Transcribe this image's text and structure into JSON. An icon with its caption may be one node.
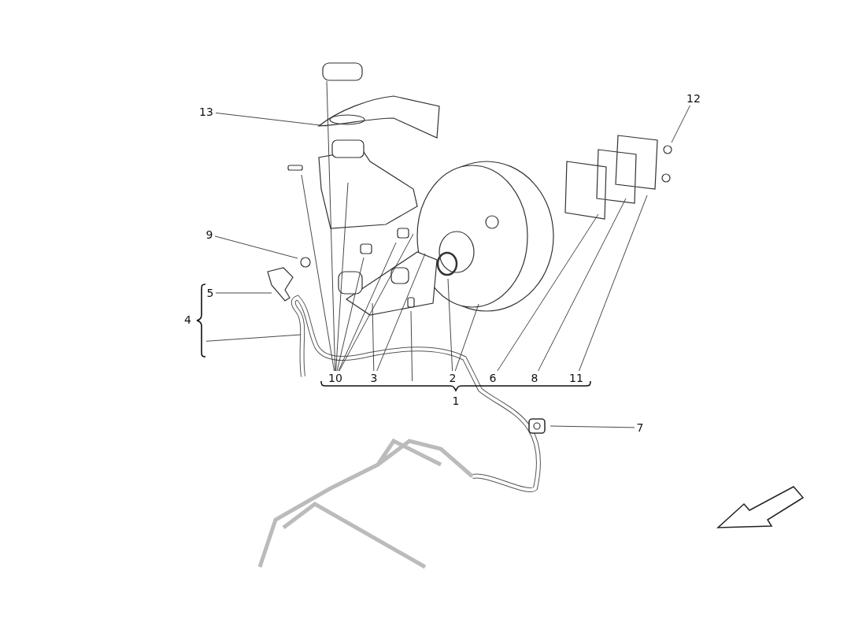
{
  "diagram": {
    "nodes": [
      {
        "text": [
          "12"
        ]
      },
      {
        "text": [
          "13"
        ]
      },
      {
        "text": [
          "9"
        ]
      },
      {
        "text": [
          "5"
        ]
      },
      {
        "text": [
          "4"
        ]
      },
      {
        "text": [
          "10"
        ]
      },
      {
        "text": [
          "3"
        ]
      },
      {
        "text": [
          "2"
        ]
      },
      {
        "text": [
          "6"
        ]
      },
      {
        "text": [
          "8"
        ]
      },
      {
        "text": [
          "11"
        ]
      },
      {
        "text": [
          "1"
        ]
      },
      {
        "text": [
          "7"
        ]
      }
    ],
    "edges": [
      {
        "from": 0,
        "to": null,
        "arrow": "none"
      },
      {
        "from": 1,
        "to": null,
        "arrow": "none"
      },
      {
        "from": 2,
        "to": null,
        "arrow": "none"
      },
      {
        "from": 3,
        "to": null,
        "arrow": "none"
      },
      {
        "from": 4,
        "to": null,
        "arrow": "none"
      },
      {
        "from": 5,
        "to": null,
        "arrow": "none"
      },
      {
        "from": 5,
        "to": null,
        "arrow": "none"
      },
      {
        "from": 5,
        "to": null,
        "arrow": "none"
      },
      {
        "from": 5,
        "to": null,
        "arrow": "none"
      },
      {
        "from": 5,
        "to": null,
        "arrow": "none"
      },
      {
        "from": 5,
        "to": null,
        "arrow": "none"
      },
      {
        "from": 6,
        "to": null,
        "arrow": "none"
      },
      {
        "from": 6,
        "to": null,
        "arrow": "none"
      },
      {
        "from": 11,
        "to": null,
        "arrow": "none"
      },
      {
        "from": 7,
        "to": null,
        "arrow": "none"
      },
      {
        "from": 7,
        "to": null,
        "arrow": "none"
      },
      {
        "from": 8,
        "to": null,
        "arrow": "none"
      },
      {
        "from": 9,
        "to": null,
        "arrow": "none"
      },
      {
        "from": 10,
        "to": null,
        "arrow": "none"
      },
      {
        "from": 12,
        "to": null,
        "arrow": "none"
      }
    ]
  }
}
